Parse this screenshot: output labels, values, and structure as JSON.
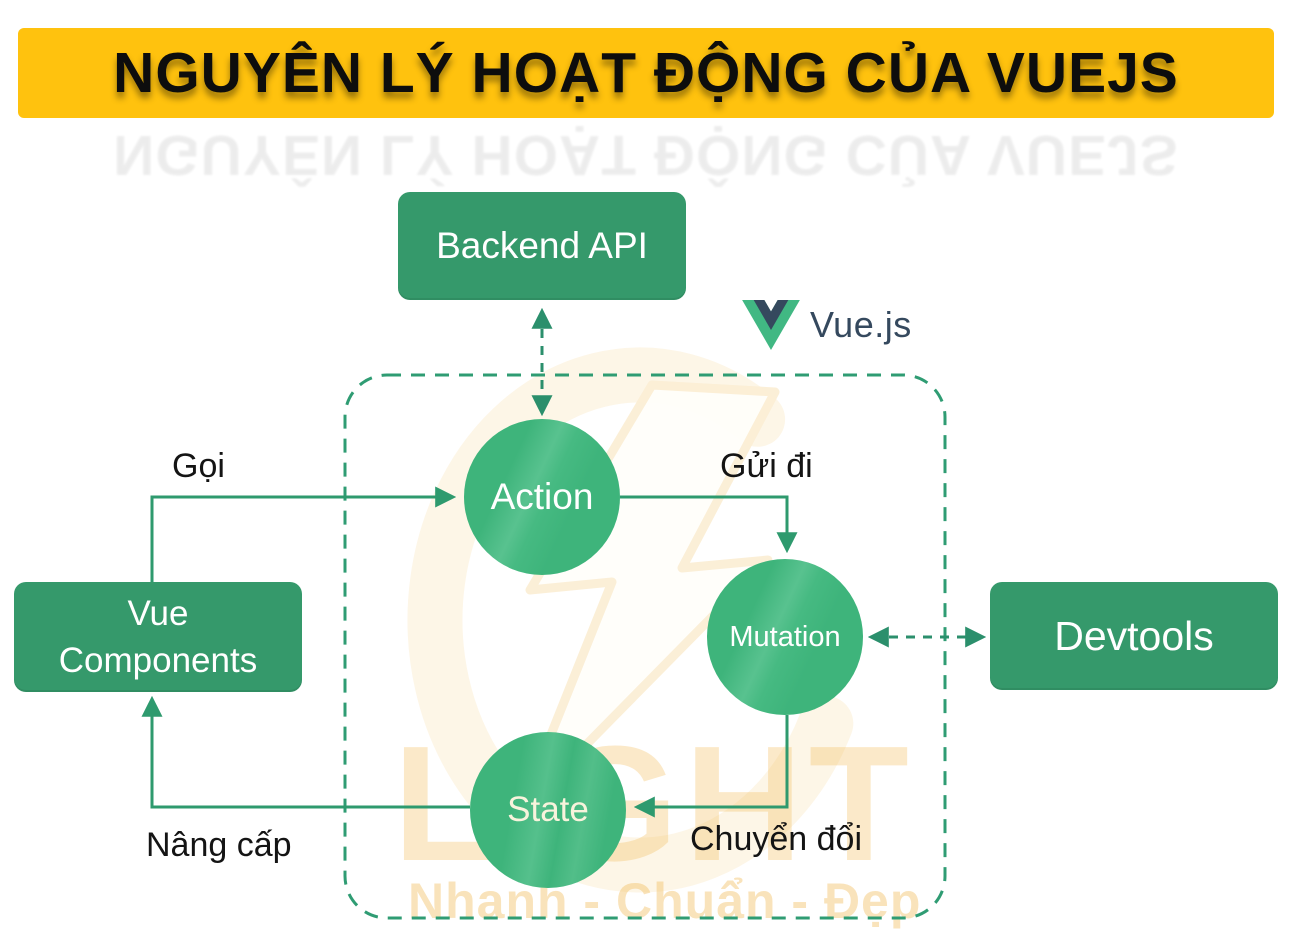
{
  "title": {
    "text": "NGUYÊN LÝ HOẠT ĐỘNG CỦA VUEJS"
  },
  "vue_logo": {
    "label": "Vue.js"
  },
  "nodes": {
    "backend_api": {
      "label": "Backend API"
    },
    "vue_components": {
      "line1": "Vue",
      "line2": "Components"
    },
    "devtools": {
      "label": "Devtools"
    },
    "action": {
      "label": "Action"
    },
    "mutation": {
      "label": "Mutation"
    },
    "state": {
      "label": "State"
    }
  },
  "edge_labels": {
    "call": "Gọi",
    "dispatch": "Gửi đi",
    "render": "Nâng cấp",
    "commit": "Chuyển đổi"
  },
  "watermark": {
    "brand": "LIGHT",
    "slogan": "Nhanh - Chuẩn - Đẹp"
  },
  "colors": {
    "banner_yellow": "#FFC20E",
    "box_green": "#35996B",
    "circle_green": "#3EB47B",
    "arrow_green": "#2E9A6E",
    "dashed_green": "#2B8F6C",
    "boundary_green": "#2F9C73",
    "vue_logo_green": "#41B883",
    "vue_logo_navy": "#35495E",
    "label_black": "#141414",
    "watermark_gold": "#F3BE5E"
  }
}
